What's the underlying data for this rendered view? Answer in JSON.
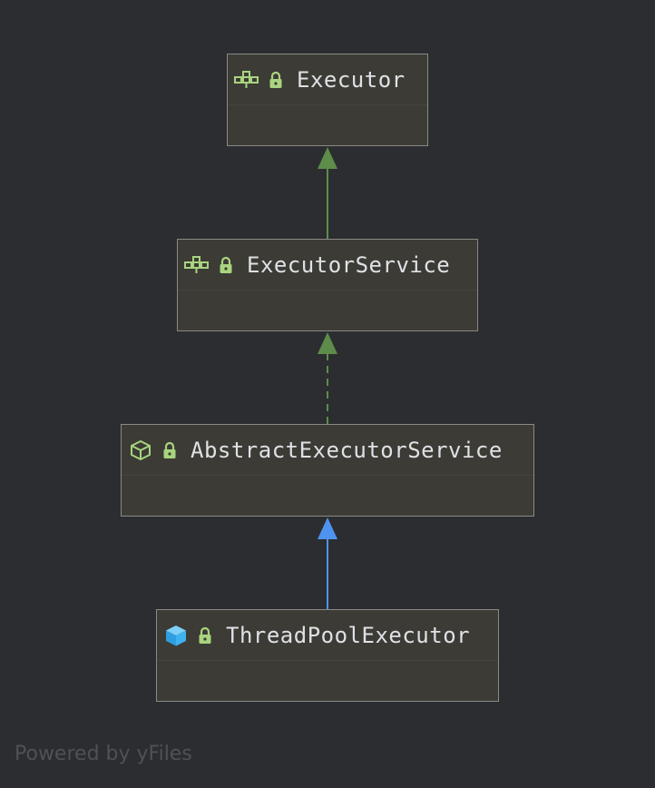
{
  "diagram": {
    "nodes": [
      {
        "id": "executor",
        "name": "Executor",
        "kind": "interface-icon",
        "visibility": "lock-icon"
      },
      {
        "id": "executor-service",
        "name": "ExecutorService",
        "kind": "interface-icon",
        "visibility": "lock-icon"
      },
      {
        "id": "abstract-executor-service",
        "name": "AbstractExecutorService",
        "kind": "abstract-class-icon",
        "visibility": "lock-icon"
      },
      {
        "id": "thread-pool-executor",
        "name": "ThreadPoolExecutor",
        "kind": "class-icon",
        "visibility": "lock-icon"
      }
    ],
    "edges": [
      {
        "from": "executor-service",
        "to": "executor",
        "relation": "extends",
        "style": "solid",
        "color": "#5e8c4a"
      },
      {
        "from": "abstract-executor-service",
        "to": "executor-service",
        "relation": "implements",
        "style": "dashed",
        "color": "#5e8c4a"
      },
      {
        "from": "thread-pool-executor",
        "to": "abstract-executor-service",
        "relation": "extends",
        "style": "solid",
        "color": "#4f93f0"
      }
    ]
  },
  "colors": {
    "background": "#2b2d30",
    "node_fill": "#3c3b35",
    "node_border": "#8a8a85",
    "text": "#dfe1e5",
    "interface_icon": "#a8d47f",
    "lock_icon": "#a8d47f",
    "abstract_icon": "#a8d47f",
    "class_icon": "#3fb2f0",
    "footer_text": "#4e5157"
  },
  "footer": {
    "text": "Powered by yFiles"
  }
}
